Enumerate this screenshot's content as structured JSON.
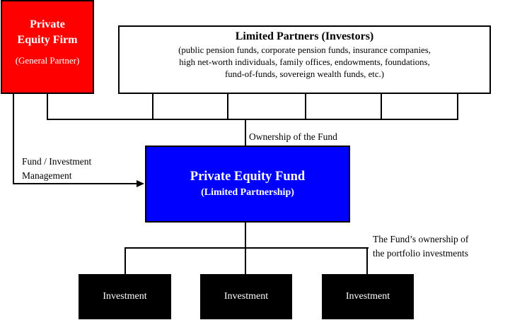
{
  "diagram": {
    "general_partner_box": {
      "title": "Private\nEquity Firm",
      "subtitle": "(General Partner)",
      "fill_color": "#ff0000",
      "text_color": "#ffffff"
    },
    "limited_partners_box": {
      "title": "Limited Partners (Investors)",
      "subtitle": "(public pension funds, corporate pension funds, insurance companies,\nhigh net-worth individuals, family offices, endowments, foundations,\nfund-of-funds, sovereign wealth funds, etc.)",
      "fill_color": "#ffffff",
      "text_color": "#000000"
    },
    "fund_box": {
      "title": "Private Equity Fund",
      "subtitle": "(Limited Partnership)",
      "fill_color": "#0000ff",
      "text_color": "#ffffff"
    },
    "investment_boxes": [
      {
        "label": "Investment"
      },
      {
        "label": "Investment"
      },
      {
        "label": "Investment"
      }
    ],
    "edge_labels": {
      "ownership": "Ownership of the Fund",
      "management": "Fund / Investment\nManagement",
      "portfolio_ownership": "The Fund’s ownership of\nthe portfolio investments"
    },
    "line_color": "#000000",
    "investment_box_color": "#000000"
  }
}
